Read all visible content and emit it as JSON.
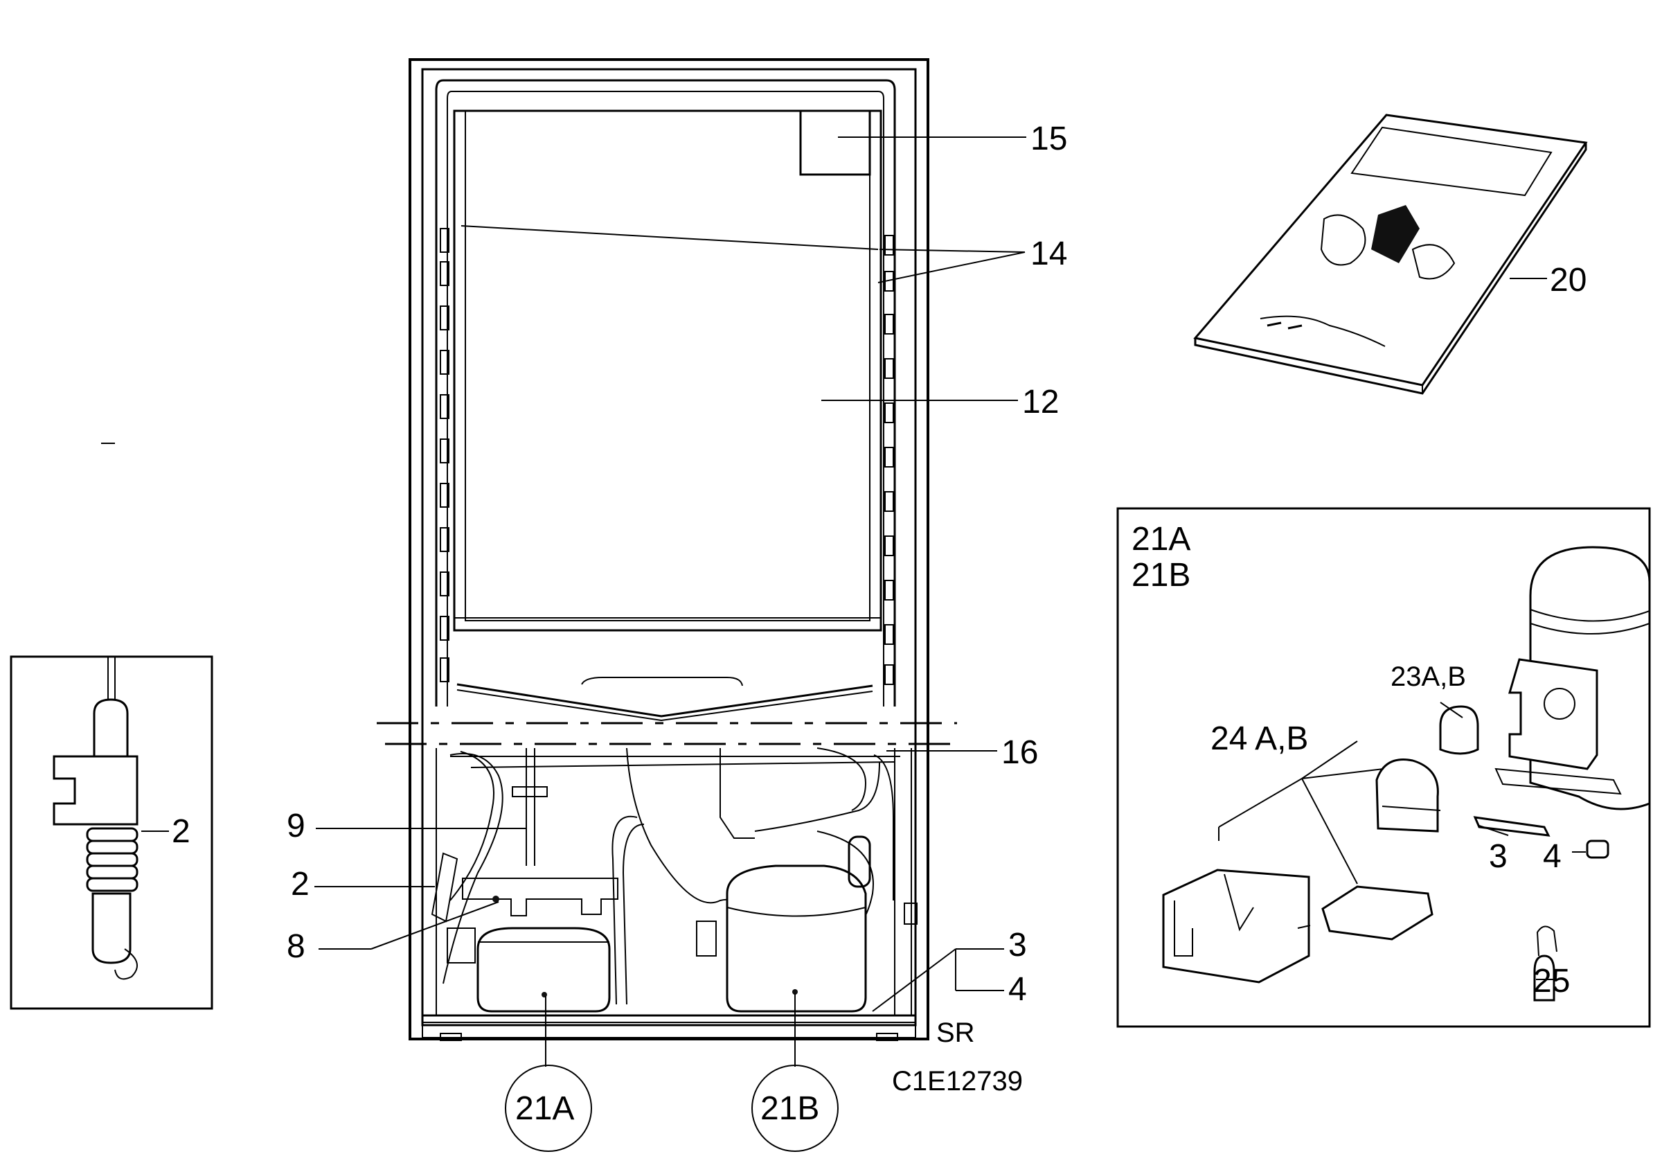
{
  "labels": {
    "l15": "15",
    "l14": "14",
    "l12": "12",
    "l16": "16",
    "l9": "9",
    "l2": "2",
    "l8": "8",
    "l3": "3",
    "l4": "4",
    "lSR": "SR",
    "lCode": "C1E12739",
    "l21A": "21A",
    "l21B": "21B",
    "l20": "20",
    "inset_l2": "2",
    "box_21A": "21A",
    "box_21B": "21B",
    "box_23": "23A,B",
    "box_24": "24 A,B",
    "box_3": "3",
    "box_4": "4",
    "box_25": "25"
  }
}
